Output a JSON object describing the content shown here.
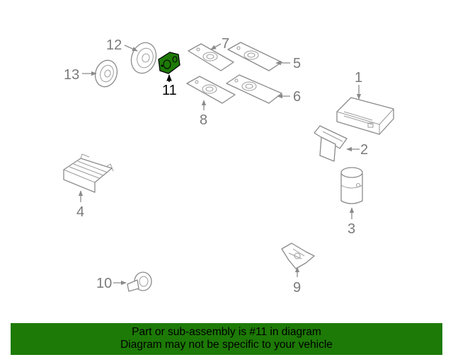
{
  "callouts": {
    "p1": "1",
    "p2": "2",
    "p3": "3",
    "p4": "4",
    "p5": "5",
    "p6": "6",
    "p7": "7",
    "p8": "8",
    "p9": "9",
    "p10": "10",
    "p11": "11",
    "p12": "12",
    "p13": "13"
  },
  "highlight": {
    "part": "11",
    "color": "#1d7a06"
  },
  "footer": {
    "line1": "Part or sub-assembly is #11 in diagram",
    "line2": "Diagram may not be specific to your vehicle",
    "background": "#1d7a06"
  }
}
